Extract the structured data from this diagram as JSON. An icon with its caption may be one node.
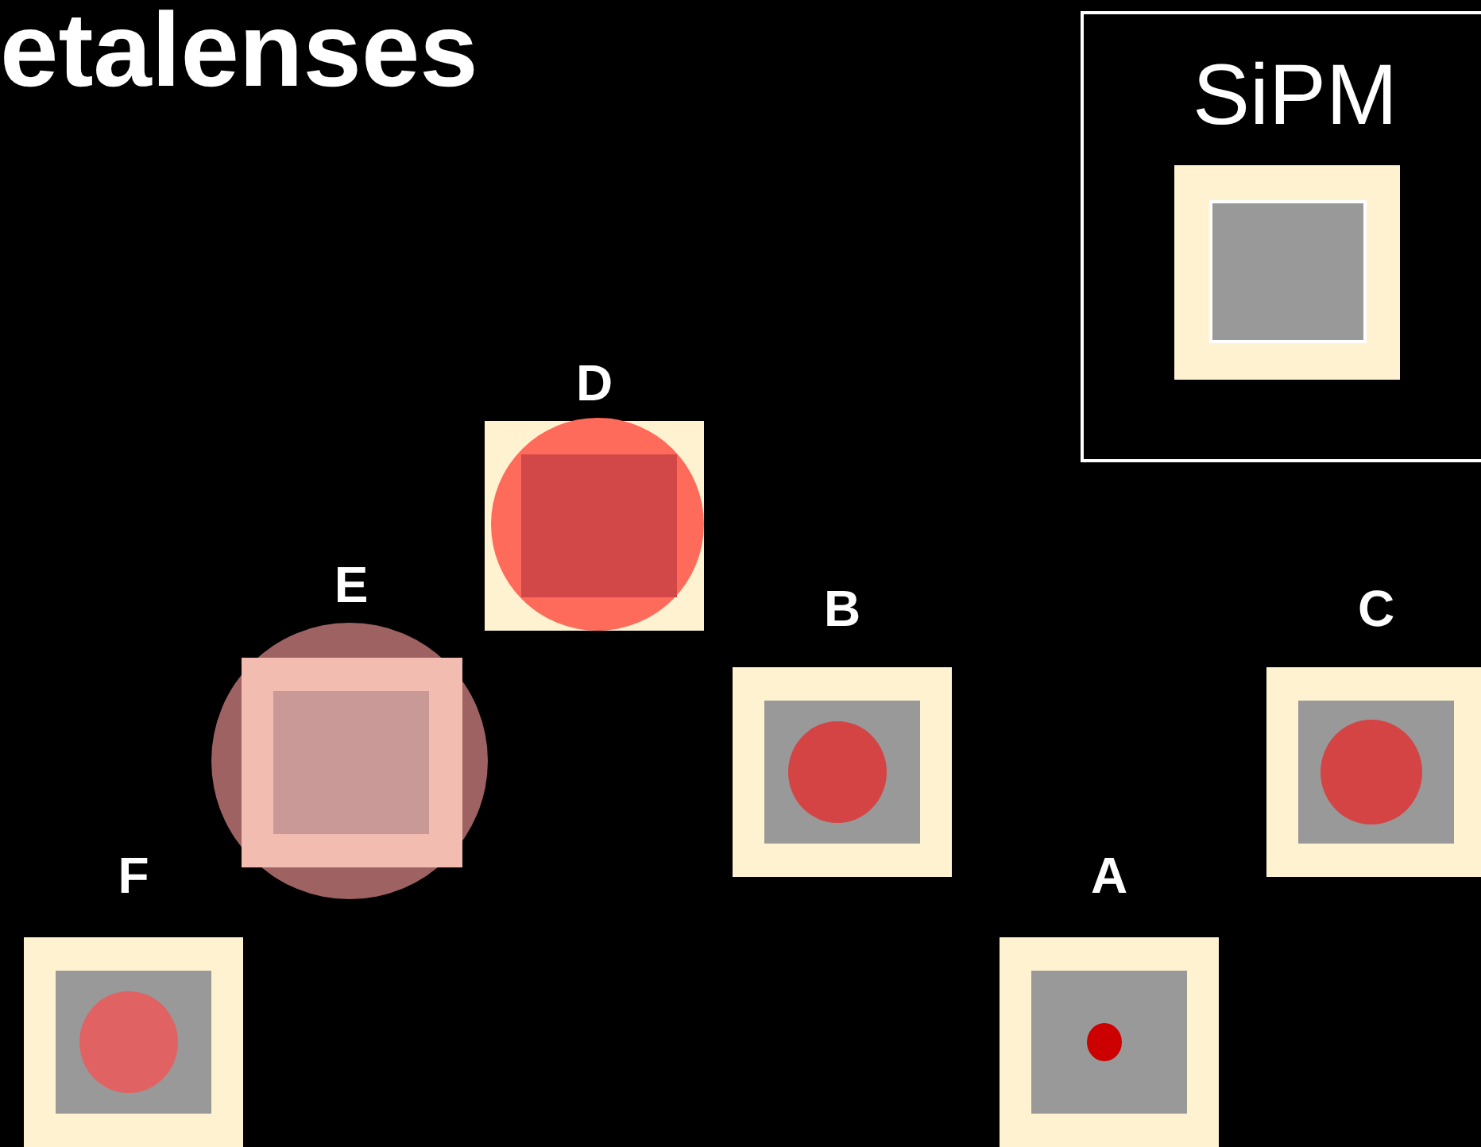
{
  "diagram": {
    "title": "etalenses",
    "nodes": [
      {
        "text": [
          "SiPM"
        ]
      },
      {
        "text": [],
        "shape": "box",
        "in": 0
      },
      {
        "text": [
          "D"
        ]
      },
      {
        "text": [
          "E"
        ]
      },
      {
        "text": [
          "B"
        ]
      },
      {
        "text": [
          "C"
        ]
      },
      {
        "text": [
          "F"
        ]
      },
      {
        "text": [
          "A"
        ]
      }
    ],
    "edges": []
  }
}
